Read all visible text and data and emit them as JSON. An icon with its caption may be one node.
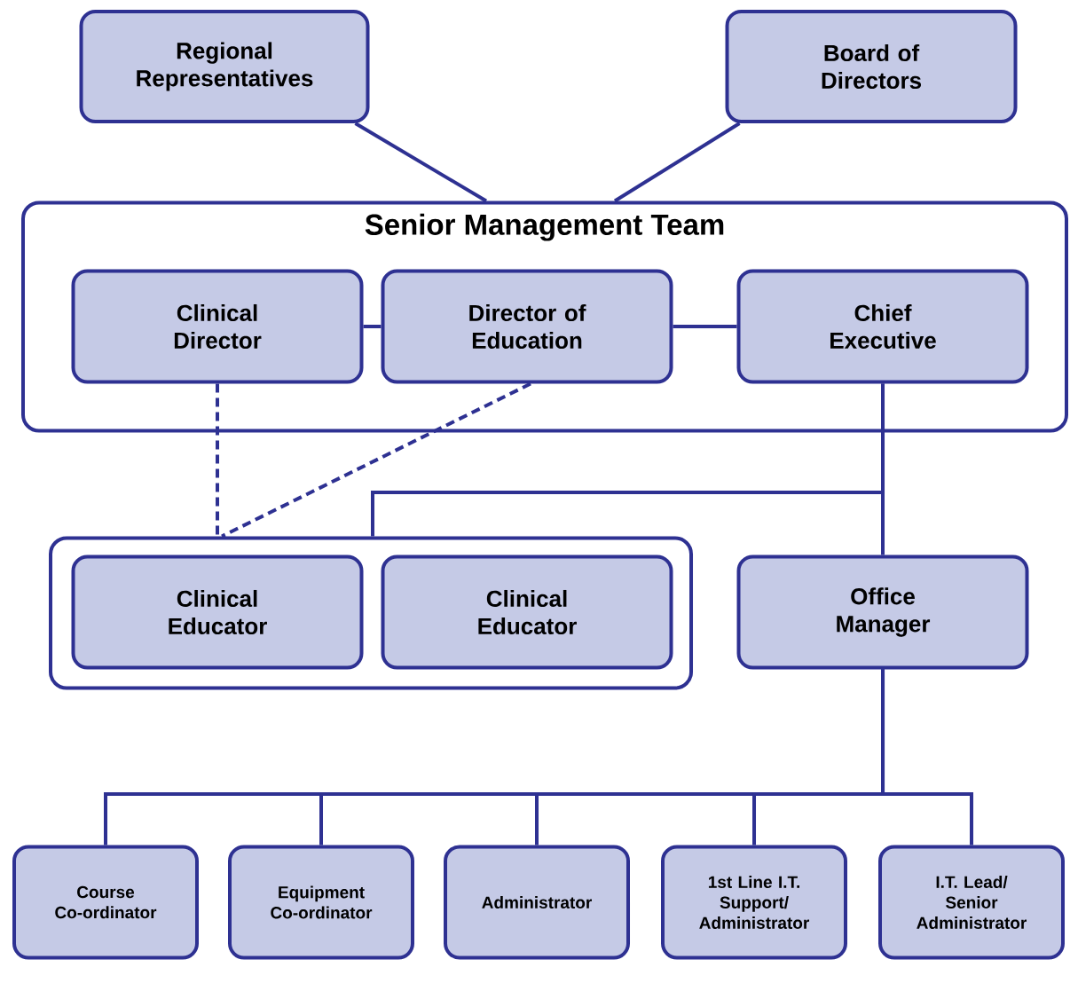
{
  "diagram": {
    "nodes": [
      {
        "text": [
          "Regional Representatives"
        ]
      },
      {
        "text": [
          "Board of Directors"
        ]
      },
      {
        "text": [
          "Senior Management Team"
        ]
      },
      {
        "text": [
          "Clinical Director"
        ],
        "in": 2
      },
      {
        "text": [
          "Director of Education"
        ],
        "in": 2
      },
      {
        "text": [
          "Chief Executive"
        ],
        "in": 2
      },
      {
        "text": [],
        "shape": "box"
      },
      {
        "text": [
          "Clinical Educator"
        ],
        "in": 6
      },
      {
        "text": [
          "Clinical Educator"
        ],
        "in": 6
      },
      {
        "text": [
          "Office Manager"
        ]
      },
      {
        "text": [
          "Course Co-ordinator"
        ]
      },
      {
        "text": [
          "Equipment Co-ordinator"
        ]
      },
      {
        "text": [
          "Administrator"
        ]
      },
      {
        "text": [
          "1st Line I.T. Support/ Administrator"
        ]
      },
      {
        "text": [
          "I.T. Lead/ Senior Administrator"
        ]
      }
    ],
    "edges": [
      {
        "from": 0,
        "to": 2,
        "arrow": "none"
      },
      {
        "from": 1,
        "to": 2,
        "arrow": "none"
      },
      {
        "from": 3,
        "to": 4,
        "arrow": "none"
      },
      {
        "from": 4,
        "to": 5,
        "arrow": "none"
      },
      {
        "from": 3,
        "to": 6,
        "arrow": "none",
        "style": "dashed"
      },
      {
        "from": 4,
        "to": 6,
        "arrow": "none",
        "style": "dashed"
      },
      {
        "from": 5,
        "to": 9,
        "arrow": "none"
      },
      {
        "from": 5,
        "to": 6,
        "arrow": "none"
      },
      {
        "from": 9,
        "to": 10,
        "arrow": "none"
      },
      {
        "from": 9,
        "to": 11,
        "arrow": "none"
      },
      {
        "from": 9,
        "to": 12,
        "arrow": "none"
      },
      {
        "from": 9,
        "to": 13,
        "arrow": "none"
      },
      {
        "from": 9,
        "to": 14,
        "arrow": "none"
      }
    ]
  }
}
